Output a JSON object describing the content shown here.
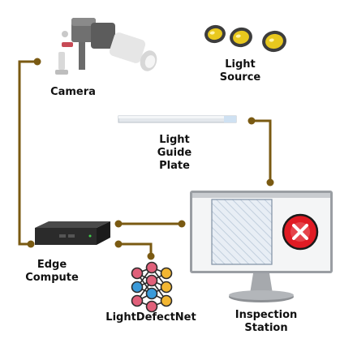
{
  "labels": {
    "camera": "Camera",
    "light_source": [
      "Light",
      "Source"
    ],
    "light_guide_plate": [
      "Light",
      "Guide",
      "Plate"
    ],
    "edge_compute": [
      "Edge",
      "Compute"
    ],
    "light_defect_net": "LightDefectNet",
    "inspection_station": [
      "Inspection",
      "Station"
    ]
  },
  "colors": {
    "connector": "#7a5a12",
    "reject": "#e01b24",
    "monitor_frame": "#9a9ea3",
    "device": "#2b2b2b",
    "lens": "#e8c81e",
    "neuron_pink": "#e0607a",
    "neuron_blue": "#3a9ad9",
    "neuron_yellow": "#f2b632"
  },
  "icons": {
    "camera": "camera-icon",
    "light_source": "spotlight-icon",
    "light_guide_plate": "light-guide-plate-icon",
    "edge_compute": "edge-device-icon",
    "light_defect_net": "neural-network-icon",
    "inspection_station": "monitor-icon",
    "reject": "close-icon"
  }
}
